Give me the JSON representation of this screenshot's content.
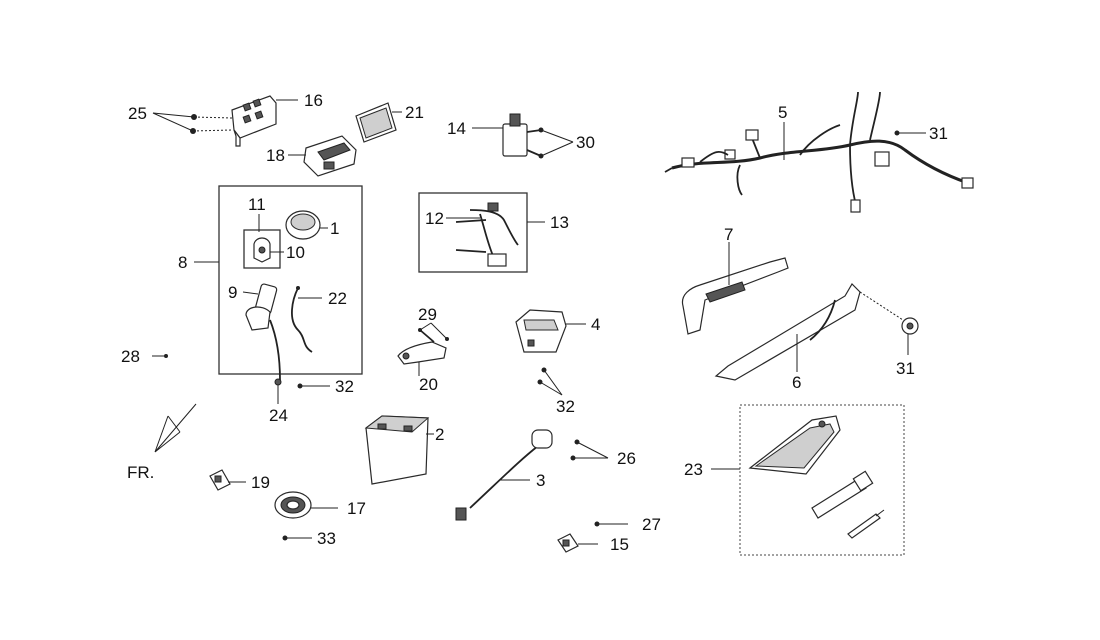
{
  "callouts": {
    "n1": "1",
    "n2": "2",
    "n3": "3",
    "n4": "4",
    "n5": "5",
    "n6": "6",
    "n7": "7",
    "n8": "8",
    "n9": "9",
    "n10": "10",
    "n11": "11",
    "n12": "12",
    "n13": "13",
    "n14": "14",
    "n15": "15",
    "n16": "16",
    "n17": "17",
    "n18": "18",
    "n19": "19",
    "n20": "20",
    "n21": "21",
    "n22": "22",
    "n23": "23",
    "n24": "24",
    "n25": "25",
    "n26": "26",
    "n27": "27",
    "n28": "28",
    "n29": "29",
    "n30": "30",
    "n31a": "31",
    "n31b": "31",
    "n32a": "32",
    "n32b": "32",
    "n33": "33"
  },
  "direction_label": "FR."
}
